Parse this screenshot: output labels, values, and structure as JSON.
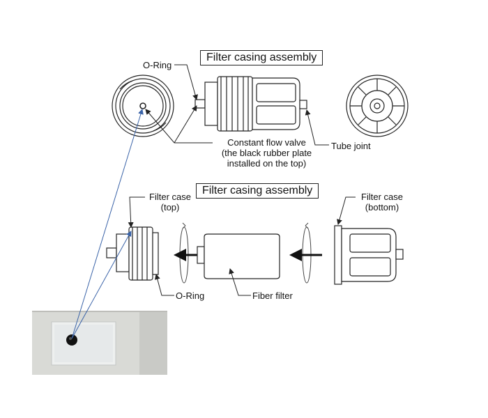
{
  "titles": {
    "top": "Filter casing assembly",
    "bottom": "Filter casing assembly"
  },
  "labels": {
    "o_ring_top": "O-Ring",
    "constant_flow_valve": [
      "Constant flow valve",
      "(the black rubber plate",
      "installed on the top)"
    ],
    "tube_joint": "Tube joint",
    "filter_case_top": [
      "Filter case",
      "(top)"
    ],
    "filter_case_bottom": [
      "Filter case",
      "(bottom)"
    ],
    "o_ring_bottom": "O-Ring",
    "fiber_filter": "Fiber filter"
  },
  "colors": {
    "line": "#222222",
    "pointer": "#3a63a8",
    "photo_bg": "#d9dad6"
  },
  "icons": [
    "rotate-arrow-icon",
    "direction-arrow-icon"
  ]
}
